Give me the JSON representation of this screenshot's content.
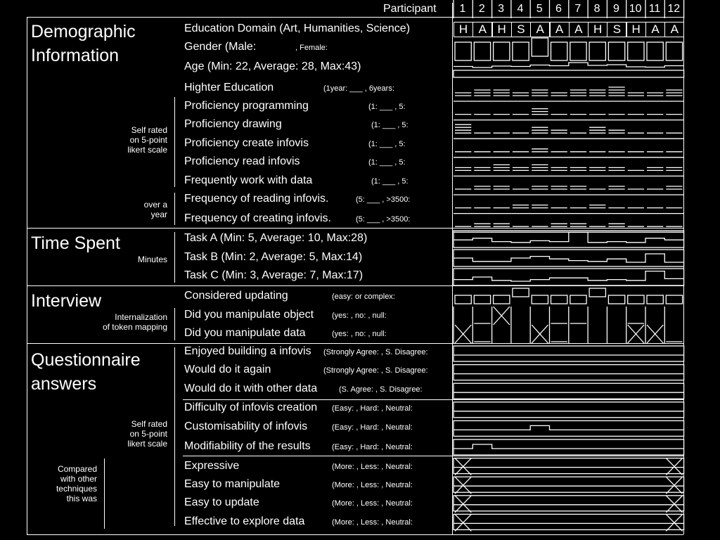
{
  "header": {
    "participant_label": "Participant",
    "participants": [
      "1",
      "2",
      "3",
      "4",
      "5",
      "6",
      "7",
      "8",
      "9",
      "10",
      "11",
      "12"
    ],
    "domains": [
      "H",
      "A",
      "H",
      "S",
      "A",
      "A",
      "A",
      "H",
      "S",
      "H",
      "A",
      "A"
    ]
  },
  "sections": {
    "demographic": {
      "title": "Demographic\nInformation",
      "group_selfrated": "Self rated\non 5-point\nlikert scale",
      "group_year": "over a\nyear",
      "rows": [
        {
          "label": "Education Domain (Art, Humanities, Science)",
          "scale": ""
        },
        {
          "label": "Gender   (Male:",
          "scale": ", Female:"
        },
        {
          "label": "Age (Min: 22, Average: 28, Max:43)",
          "scale": ""
        },
        {
          "label": "Highter Education",
          "scale": "(1year: ___ , 6years:"
        },
        {
          "label": "Proficiency programming",
          "scale": "(1: ___ , 5:"
        },
        {
          "label": "Proficiency drawing",
          "scale": "(1: ___ , 5:"
        },
        {
          "label": "Proficiency create infovis",
          "scale": "(1: ___ , 5:"
        },
        {
          "label": "Proficiency read    infovis",
          "scale": "(1: ___ , 5:"
        },
        {
          "label": "Frequently work with data",
          "scale": "(1: ___ , 5:"
        },
        {
          "label": "Frequency of reading infovis.",
          "scale": "(5: ___ , >3500:"
        },
        {
          "label": "Frequency of creating infovis.",
          "scale": "(5: ___ , >3500:"
        }
      ]
    },
    "time": {
      "title": "Time Spent",
      "group_minutes": "Minutes",
      "rows": [
        {
          "label": "Task A  (Min: 5, Average: 10, Max:28)"
        },
        {
          "label": "Task B  (Min: 2, Average: 5, Max:14)"
        },
        {
          "label": "Task C  (Min: 3, Average: 7, Max:17)"
        }
      ]
    },
    "interview": {
      "title": "Interview",
      "group_internal": "Internalization\nof token mapping",
      "rows": [
        {
          "label": "Considered updating",
          "scale": "(easy:    or complex:"
        },
        {
          "label": "Did you manipulate object",
          "scale": "(yes:    , no:    , null:"
        },
        {
          "label": "Did you manipulate data",
          "scale": "(yes:    , no:    , null:"
        }
      ]
    },
    "questionnaire": {
      "title": "Questionnaire\nanswers",
      "group_selfrated": "Self rated\non 5-point\nlikert scale",
      "group_compared": "Compared\nwith other\ntechniques\nthis was",
      "rows": [
        {
          "label": "Enjoyed building a infovis",
          "scale": "(Strongly Agree:    , S. Disagree:"
        },
        {
          "label": "Would do it again",
          "scale": "(Strongly Agree:    , S. Disagree:"
        },
        {
          "label": "Would do it with other data",
          "scale": "(S. Agree:    , S. Disagree:"
        },
        {
          "label": "Difficulty of infovis creation",
          "scale": "(Easy:    , Hard:    , Neutral:"
        },
        {
          "label": "Customisability of infovis",
          "scale": "(Easy:    , Hard:    , Neutral:"
        },
        {
          "label": "Modifiability of the results",
          "scale": "(Easy:    , Hard:    , Neutral:"
        },
        {
          "label": "Expressive",
          "scale": "(More:    , Less:    , Neutral:"
        },
        {
          "label": "Easy to manipulate",
          "scale": "(More:    , Less:    , Neutral:"
        },
        {
          "label": "Easy to update",
          "scale": "(More:    , Less:    , Neutral:"
        },
        {
          "label": "Effective to explore data",
          "scale": "(More:    , Less:    , Neutral:"
        }
      ]
    }
  },
  "matrix": {
    "gender": [
      "m",
      "m",
      "m",
      "m",
      "f",
      "m",
      "m",
      "m",
      "m",
      "m",
      "m",
      "m"
    ],
    "age": [
      0.35,
      0.2,
      0.4,
      0.35,
      0.55,
      0.45,
      0.9,
      0.5,
      0.6,
      0.3,
      0.25,
      0.45
    ],
    "likert": [
      [
        2,
        3,
        3,
        2,
        3,
        2,
        3,
        3,
        4,
        2,
        2,
        3
      ],
      [
        1,
        1,
        1,
        1,
        3,
        1,
        1,
        1,
        1,
        1,
        1,
        1
      ],
      [
        4,
        1,
        1,
        1,
        3,
        2,
        1,
        3,
        2,
        1,
        1,
        1
      ],
      [
        1,
        1,
        1,
        1,
        2,
        1,
        1,
        1,
        1,
        1,
        1,
        1
      ],
      [
        2,
        2,
        3,
        2,
        3,
        2,
        2,
        2,
        2,
        1,
        2,
        2
      ],
      [
        1,
        2,
        2,
        1,
        2,
        2,
        2,
        1,
        2,
        1,
        1,
        2
      ],
      [
        1,
        1,
        1,
        2,
        2,
        1,
        1,
        2,
        1,
        1,
        1,
        1
      ],
      [
        1,
        2,
        2,
        1,
        1,
        2,
        2,
        1,
        2,
        1,
        1,
        1
      ]
    ],
    "time": [
      [
        0.45,
        0.55,
        0.35,
        0.3,
        0.4,
        0.35,
        0.9,
        0.3,
        0.35,
        0.3,
        0.55,
        0.45
      ],
      [
        0.5,
        0.3,
        0.3,
        0.5,
        0.6,
        0.45,
        0.35,
        0.3,
        0.45,
        0.25,
        0.75,
        0.25
      ],
      [
        0.35,
        0.5,
        0.3,
        0.25,
        0.35,
        0.45,
        0.45,
        0.3,
        0.35,
        0.3,
        0.85,
        0.4
      ]
    ],
    "updating": [
      "e",
      "e",
      "e",
      "c",
      "e",
      "e",
      "e",
      "c",
      "e",
      "e",
      "e",
      "e"
    ],
    "manip_object": [
      "n",
      "y",
      "x",
      "n",
      "n",
      "y",
      "y",
      "n",
      "n",
      "y",
      "n",
      "n"
    ],
    "manip_data": [
      "x",
      "y",
      "n",
      "n",
      "x",
      "y",
      "n",
      "n",
      "n",
      "x",
      "x",
      "y"
    ],
    "questionnaire": [
      [
        1,
        1,
        1,
        1,
        1,
        1,
        1,
        1,
        1,
        1,
        1,
        1
      ],
      [
        1,
        1,
        1,
        1,
        1,
        1,
        1,
        1,
        1,
        1,
        1,
        1
      ],
      [
        1,
        1,
        1,
        1,
        1,
        1,
        1,
        1,
        1,
        1,
        1,
        1
      ],
      [
        1,
        1,
        1,
        1,
        1,
        1,
        1,
        1,
        1,
        1,
        1,
        1
      ],
      [
        1,
        1,
        1,
        1,
        2,
        1,
        1,
        1,
        1,
        1,
        1,
        1
      ],
      [
        1,
        2,
        1,
        1,
        1,
        1,
        1,
        1,
        1,
        1,
        1,
        1
      ],
      [
        1,
        1,
        1,
        1,
        1,
        1,
        1,
        1,
        1,
        1,
        1,
        1
      ],
      [
        1,
        1,
        1,
        1,
        1,
        1,
        1,
        1,
        1,
        1,
        1,
        1
      ],
      [
        1,
        1,
        1,
        1,
        1,
        1,
        1,
        1,
        1,
        1,
        1,
        1
      ],
      [
        1,
        1,
        1,
        1,
        1,
        1,
        1,
        1,
        1,
        1,
        1,
        1
      ]
    ],
    "compared_x": [
      1,
      0,
      0,
      0,
      0,
      0,
      0,
      0,
      0,
      0,
      0,
      1
    ]
  }
}
